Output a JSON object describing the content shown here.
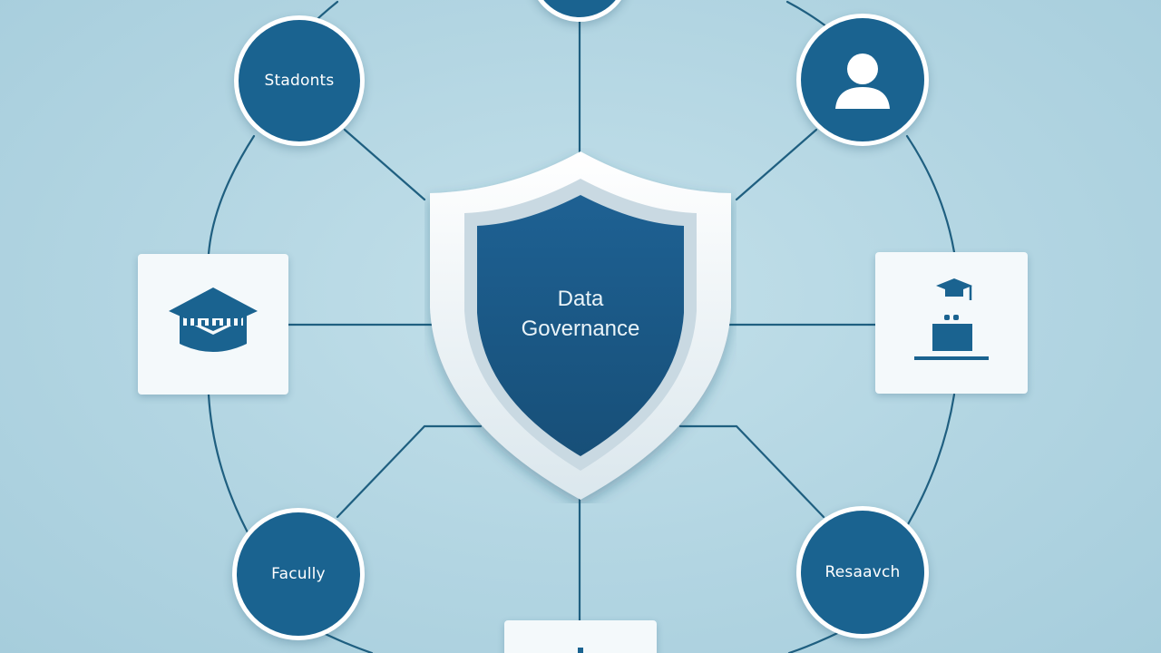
{
  "diagram": {
    "center": {
      "line1": "Data",
      "line2": "Governance"
    },
    "nodes": {
      "students": "Stadonts",
      "faculty": "Facully",
      "research": "Resaavch"
    },
    "icons": {
      "person": "person-icon",
      "mortarboard": "mortarboard-icon",
      "graduation_desk": "graduation-desk-icon",
      "shield": "shield-icon"
    },
    "colors": {
      "background": "#b2d5e2",
      "node_fill": "#1a6390",
      "node_border": "#ffffff",
      "connector": "#1f5f80",
      "shield_inner": "#1d5c88",
      "shield_frame": "#eef4f7"
    }
  }
}
